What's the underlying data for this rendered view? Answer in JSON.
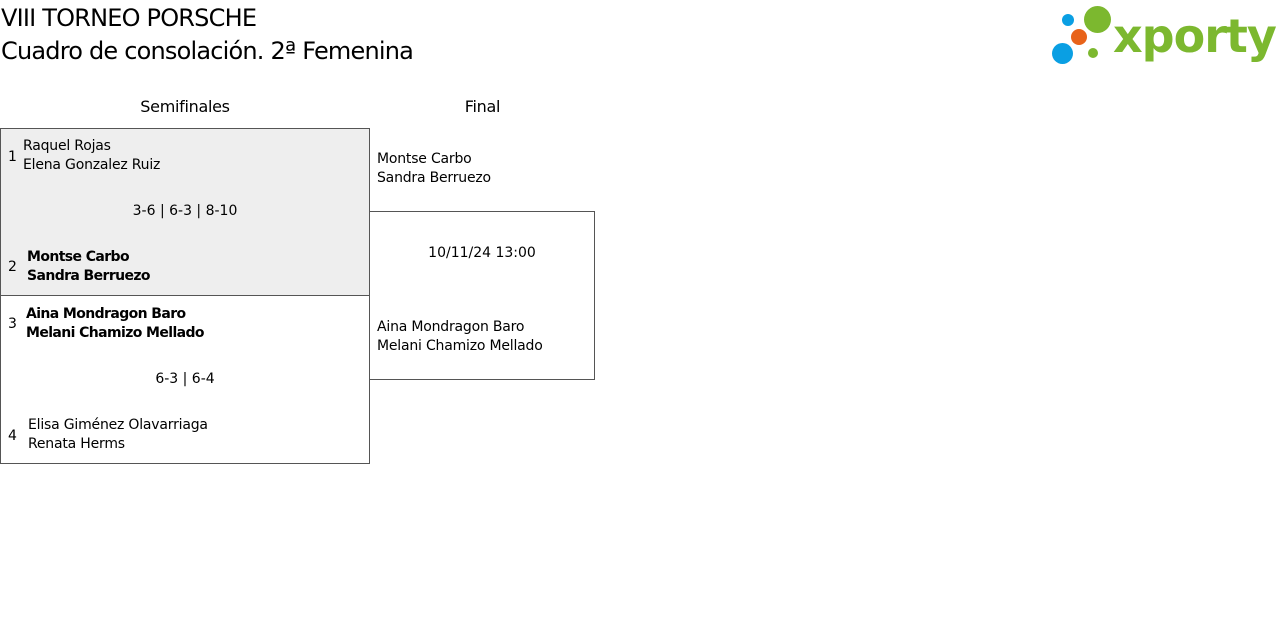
{
  "header": {
    "title_line1": "VIII TORNEO PORSCHE",
    "title_line2": "Cuadro de consolación. 2ª Femenina"
  },
  "logo": {
    "wordmark": "xporty",
    "colors": {
      "green": "#7cb82f",
      "orange": "#e8631a",
      "blue": "#0a9fe3"
    }
  },
  "rounds": {
    "semifinals_label": "Semifinales",
    "final_label": "Final"
  },
  "semifinals": [
    {
      "score": "3-6 | 6-3 | 8-10",
      "top": {
        "seed": "1",
        "player1": "Raquel Rojas",
        "player2": "Elena Gonzalez Ruiz",
        "winner": false
      },
      "bottom": {
        "seed": "2",
        "player1": "Montse Carbo",
        "player2": "Sandra Berruezo",
        "winner": true
      }
    },
    {
      "score": "6-3 | 6-4",
      "top": {
        "seed": "3",
        "player1": "Aina Mondragon Baro",
        "player2": "Melani Chamizo Mellado",
        "winner": true
      },
      "bottom": {
        "seed": "4",
        "player1": "Elisa Giménez Olavarriaga",
        "player2": "Renata Herms",
        "winner": false
      }
    }
  ],
  "final": {
    "datetime": "10/11/24 13:00",
    "top": {
      "player1": "Montse Carbo",
      "player2": "Sandra Berruezo"
    },
    "bottom": {
      "player1": "Aina Mondragon Baro",
      "player2": "Melani Chamizo Mellado"
    }
  }
}
